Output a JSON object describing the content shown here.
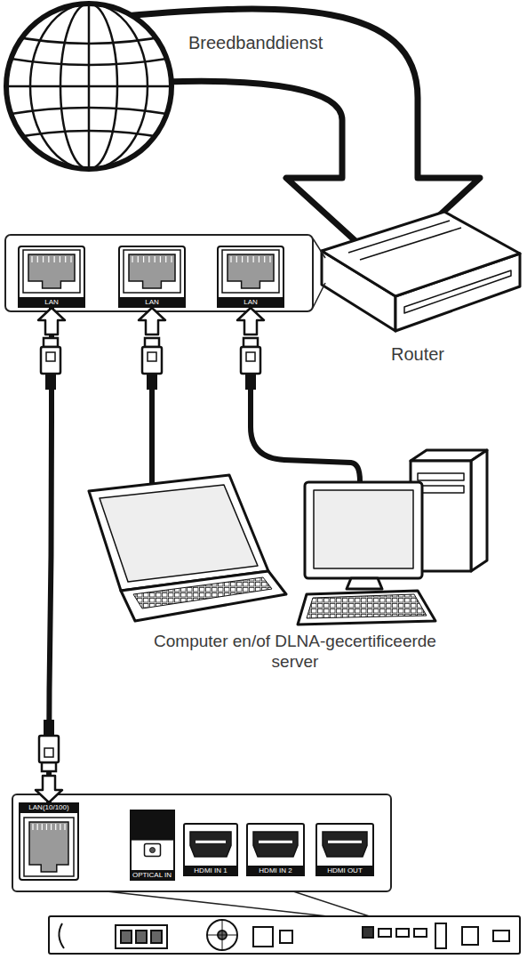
{
  "diagram": {
    "nodes": [
      {
        "text": [
          "LAN"
        ]
      },
      {
        "text": [
          "LAN"
        ]
      },
      {
        "text": [
          "LAN"
        ]
      },
      {
        "text": [
          "LAN(10/100)"
        ]
      },
      {
        "text": [
          "OPTICAL IN"
        ]
      },
      {
        "text": [
          "HDMI IN 1"
        ]
      },
      {
        "text": [
          "HDMI IN 2"
        ]
      },
      {
        "text": [
          "HDMI OUT"
        ]
      }
    ],
    "edges": [
      {
        "from": 0,
        "to": 3,
        "arrow": "both"
      }
    ],
    "labels": [
      "Breedbanddienst",
      "Router",
      "Computer en/of DLNA-gecertificeerde server"
    ]
  }
}
